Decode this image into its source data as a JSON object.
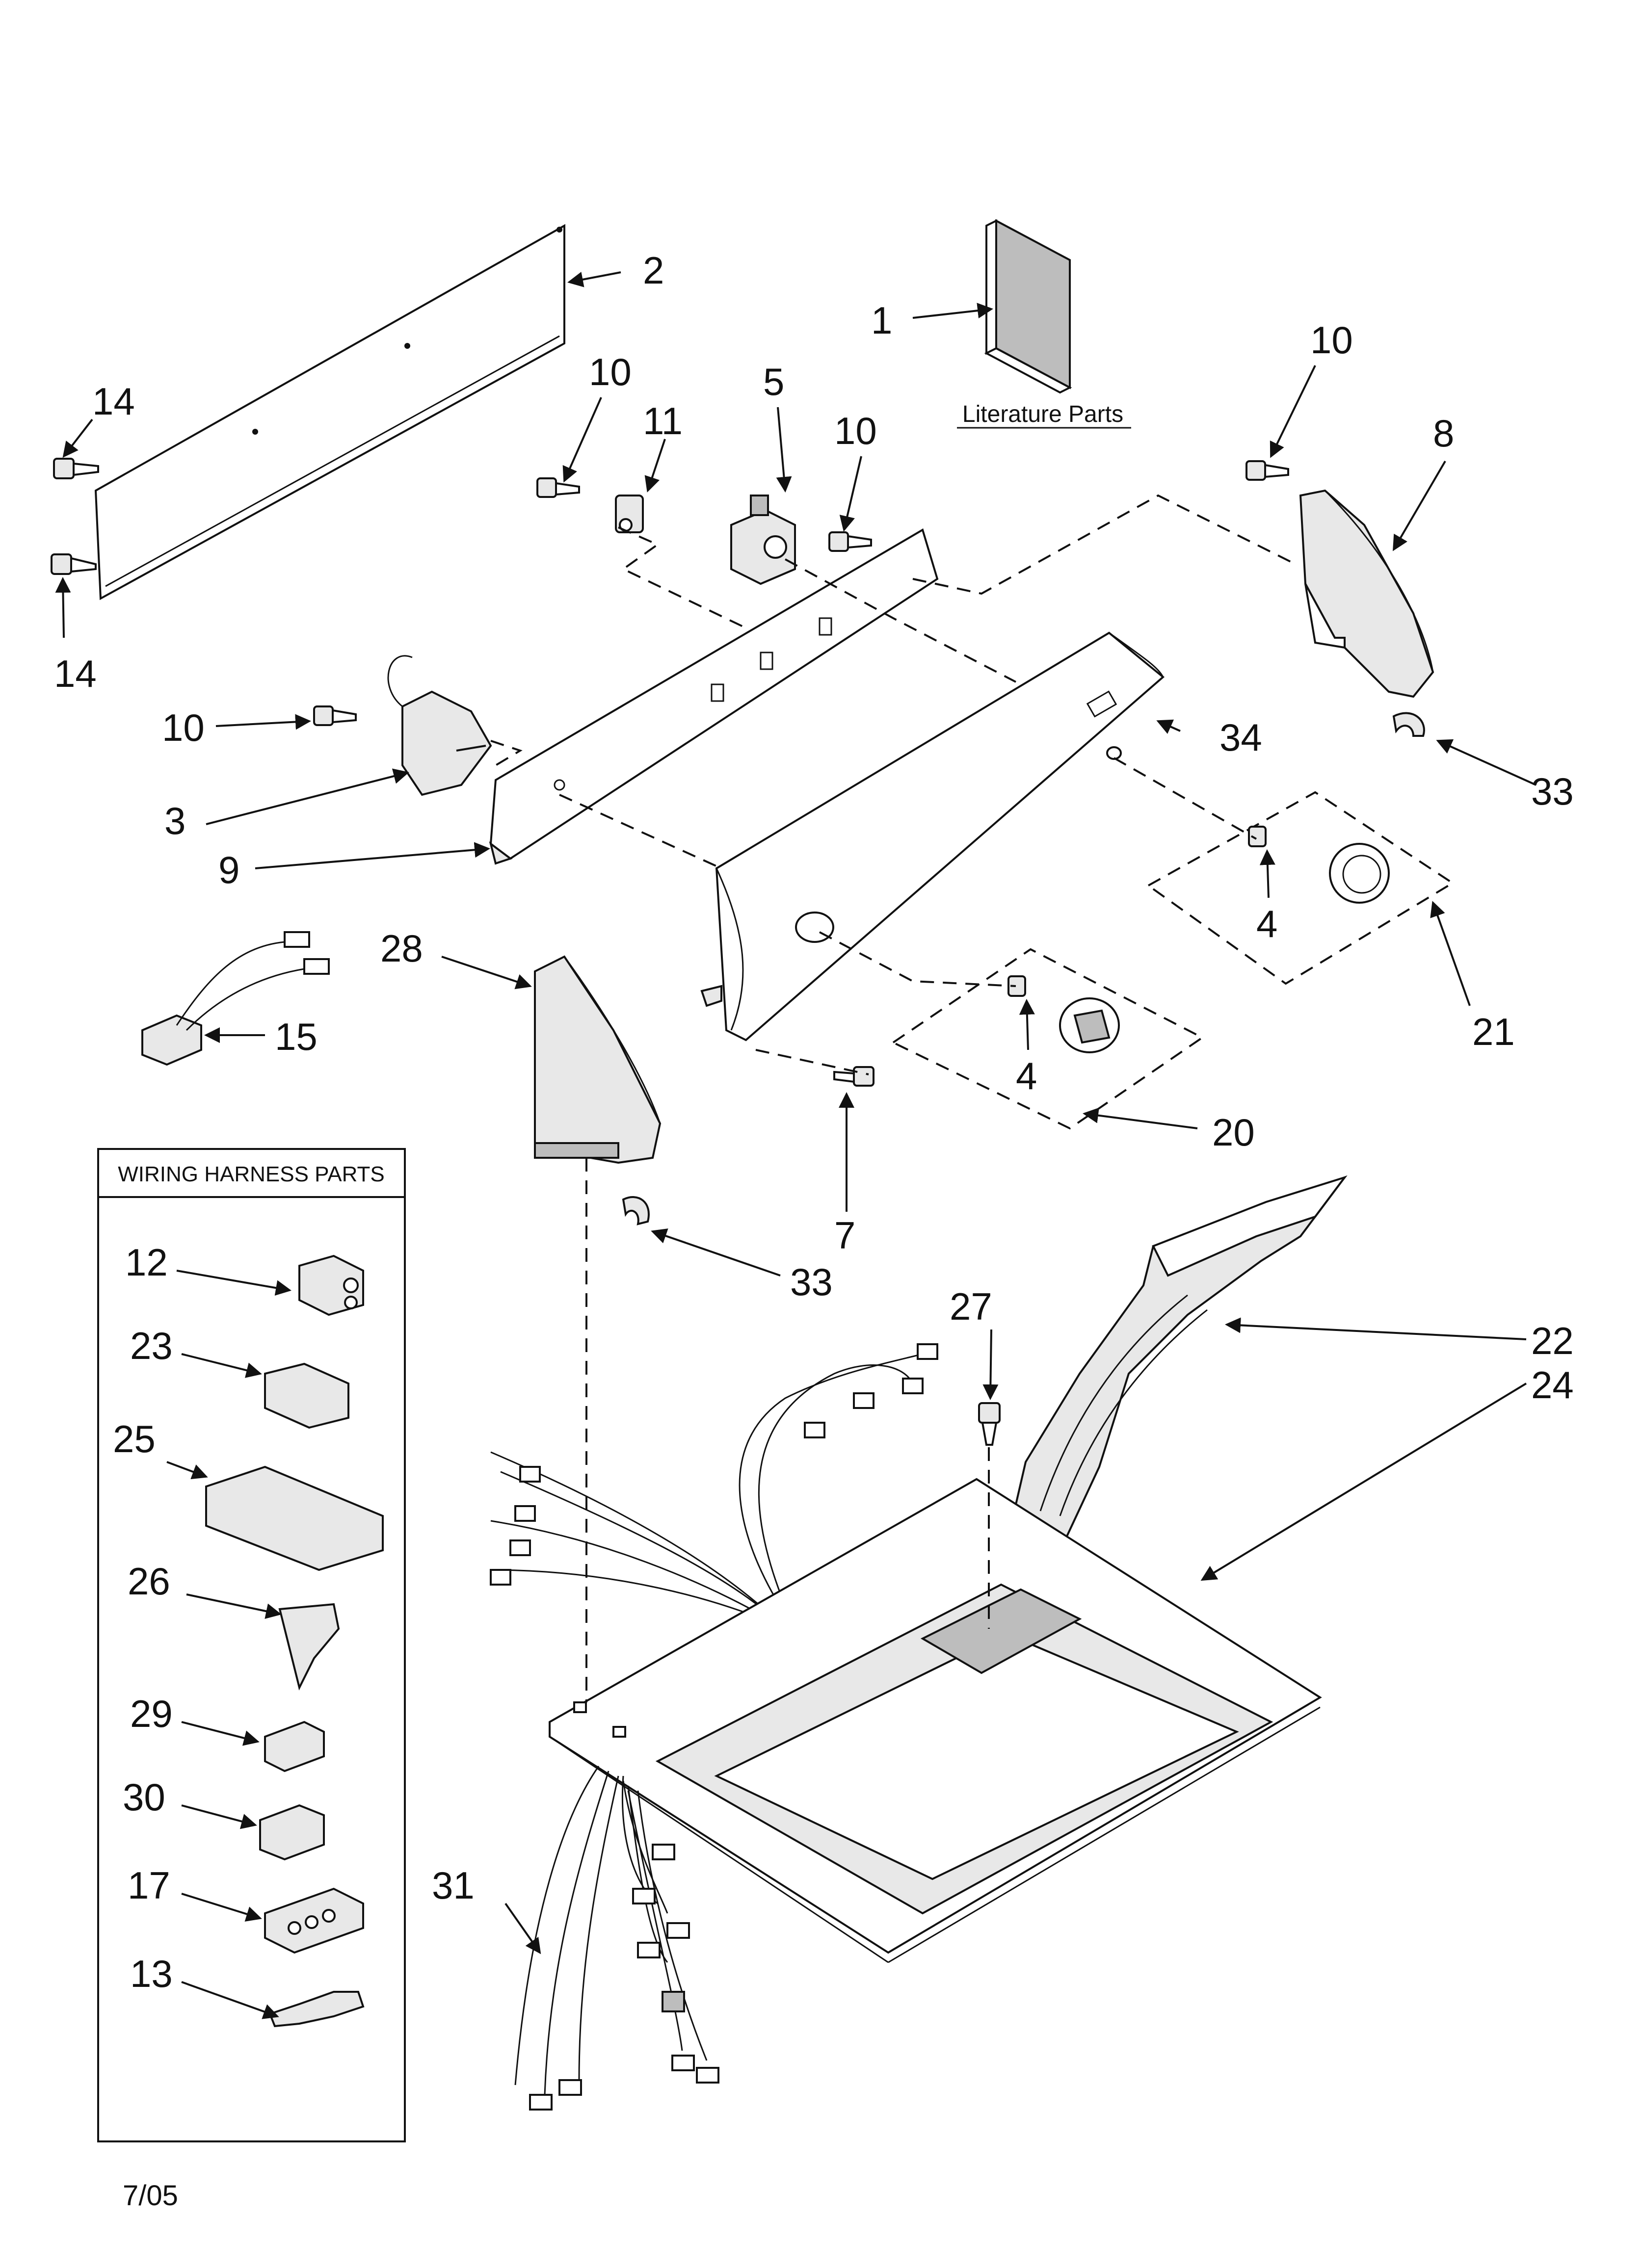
{
  "literature": {
    "label": "Literature Parts"
  },
  "harness_box": {
    "title": "WIRING HARNESS PARTS"
  },
  "date_code": "7/05",
  "callouts": {
    "c1": "1",
    "c2": "2",
    "c3": "3",
    "c4a": "4",
    "c4b": "4",
    "c5": "5",
    "c7": "7",
    "c8": "8",
    "c9": "9",
    "c10a": "10",
    "c10b": "10",
    "c10c": "10",
    "c10d": "10",
    "c11": "11",
    "c14a": "14",
    "c14b": "14",
    "c15": "15",
    "c20": "20",
    "c21": "21",
    "c22": "22",
    "c24": "24",
    "c27": "27",
    "c28": "28",
    "c31": "31",
    "c33a": "33",
    "c33b": "33",
    "c34": "34"
  },
  "harness_items": [
    {
      "num": "12"
    },
    {
      "num": "23"
    },
    {
      "num": "25"
    },
    {
      "num": "26"
    },
    {
      "num": "29"
    },
    {
      "num": "30"
    },
    {
      "num": "17"
    },
    {
      "num": "13"
    }
  ]
}
